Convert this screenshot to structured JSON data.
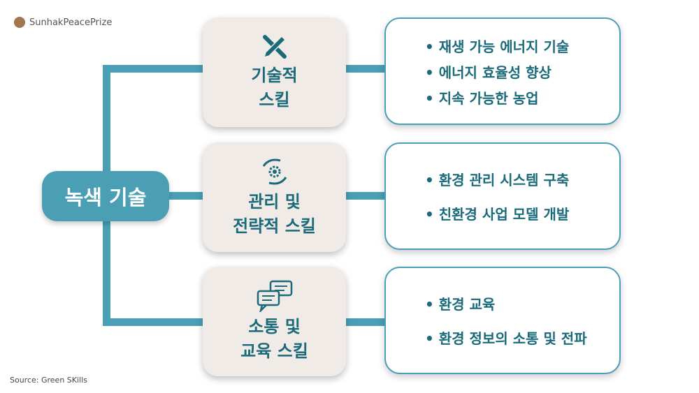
{
  "logo": "SunhakPeacePrize",
  "root": "녹색 기술",
  "categories": [
    {
      "title1": "기술적",
      "title2": "스킬",
      "icon": "tools-icon",
      "items": [
        "재생 가능 에너지 기술",
        "에너지 효율성 향상",
        "지속 가능한 농업"
      ]
    },
    {
      "title1": "관리 및",
      "title2": "전략적 스킬",
      "icon": "gear-hands-icon",
      "items": [
        "환경 관리 시스템 구축",
        "친환경 사업 모델 개발"
      ]
    },
    {
      "title1": "소통 및",
      "title2": "교육 스킬",
      "icon": "chat-icon",
      "items": [
        "환경 교육",
        "환경 정보의 소통 및 전파"
      ]
    }
  ],
  "source": "Source: Green SKills",
  "colors": {
    "accent": "#4a9fb5",
    "text": "#1a6a7a",
    "box": "#f0ebe6"
  }
}
